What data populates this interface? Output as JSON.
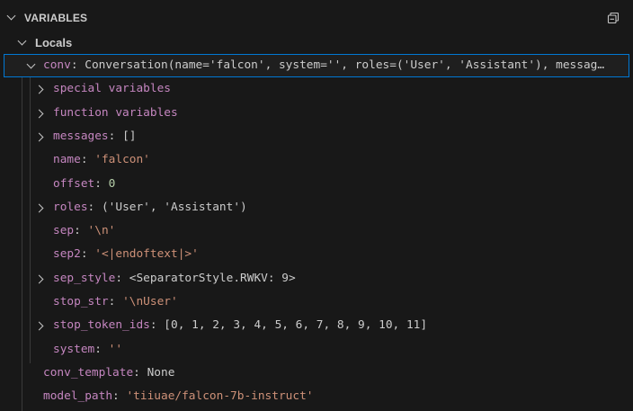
{
  "panel": {
    "title": "VARIABLES",
    "collapse_icon": "collapse-all-icon"
  },
  "scope": {
    "label": "Locals"
  },
  "colors": {
    "key": "#c586c0",
    "string": "#ce9178",
    "number": "#b5cea8",
    "selection_border": "#0078d4"
  },
  "rows": [
    {
      "depth": 1,
      "expandable": true,
      "expanded": true,
      "selected": true,
      "key": "conv",
      "value": "Conversation(name='falcon', system='', roles=('User', 'Assistant'), messag…",
      "type": "other"
    },
    {
      "depth": 2,
      "expandable": true,
      "label": "special variables"
    },
    {
      "depth": 2,
      "expandable": true,
      "label": "function variables"
    },
    {
      "depth": 2,
      "expandable": true,
      "key": "messages",
      "value": "[]",
      "type": "other"
    },
    {
      "depth": 2,
      "expandable": false,
      "key": "name",
      "value": "'falcon'",
      "type": "str"
    },
    {
      "depth": 2,
      "expandable": false,
      "key": "offset",
      "value": "0",
      "type": "num"
    },
    {
      "depth": 2,
      "expandable": true,
      "key": "roles",
      "value": "('User', 'Assistant')",
      "type": "other"
    },
    {
      "depth": 2,
      "expandable": false,
      "key": "sep",
      "value": "'\\n'",
      "type": "str"
    },
    {
      "depth": 2,
      "expandable": false,
      "key": "sep2",
      "value": "'<|endoftext|>'",
      "type": "str"
    },
    {
      "depth": 2,
      "expandable": true,
      "key": "sep_style",
      "value": "<SeparatorStyle.RWKV: 9>",
      "type": "other"
    },
    {
      "depth": 2,
      "expandable": false,
      "key": "stop_str",
      "value": "'\\nUser'",
      "type": "str"
    },
    {
      "depth": 2,
      "expandable": true,
      "key": "stop_token_ids",
      "value": "[0, 1, 2, 3, 4, 5, 6, 7, 8, 9, 10, 11]",
      "type": "other"
    },
    {
      "depth": 2,
      "expandable": false,
      "key": "system",
      "value": "''",
      "type": "str"
    },
    {
      "depth": 1,
      "expandable": false,
      "key": "conv_template",
      "value": "None",
      "type": "other"
    },
    {
      "depth": 1,
      "expandable": false,
      "key": "model_path",
      "value": "'tiiuae/falcon-7b-instruct'",
      "type": "str"
    }
  ]
}
